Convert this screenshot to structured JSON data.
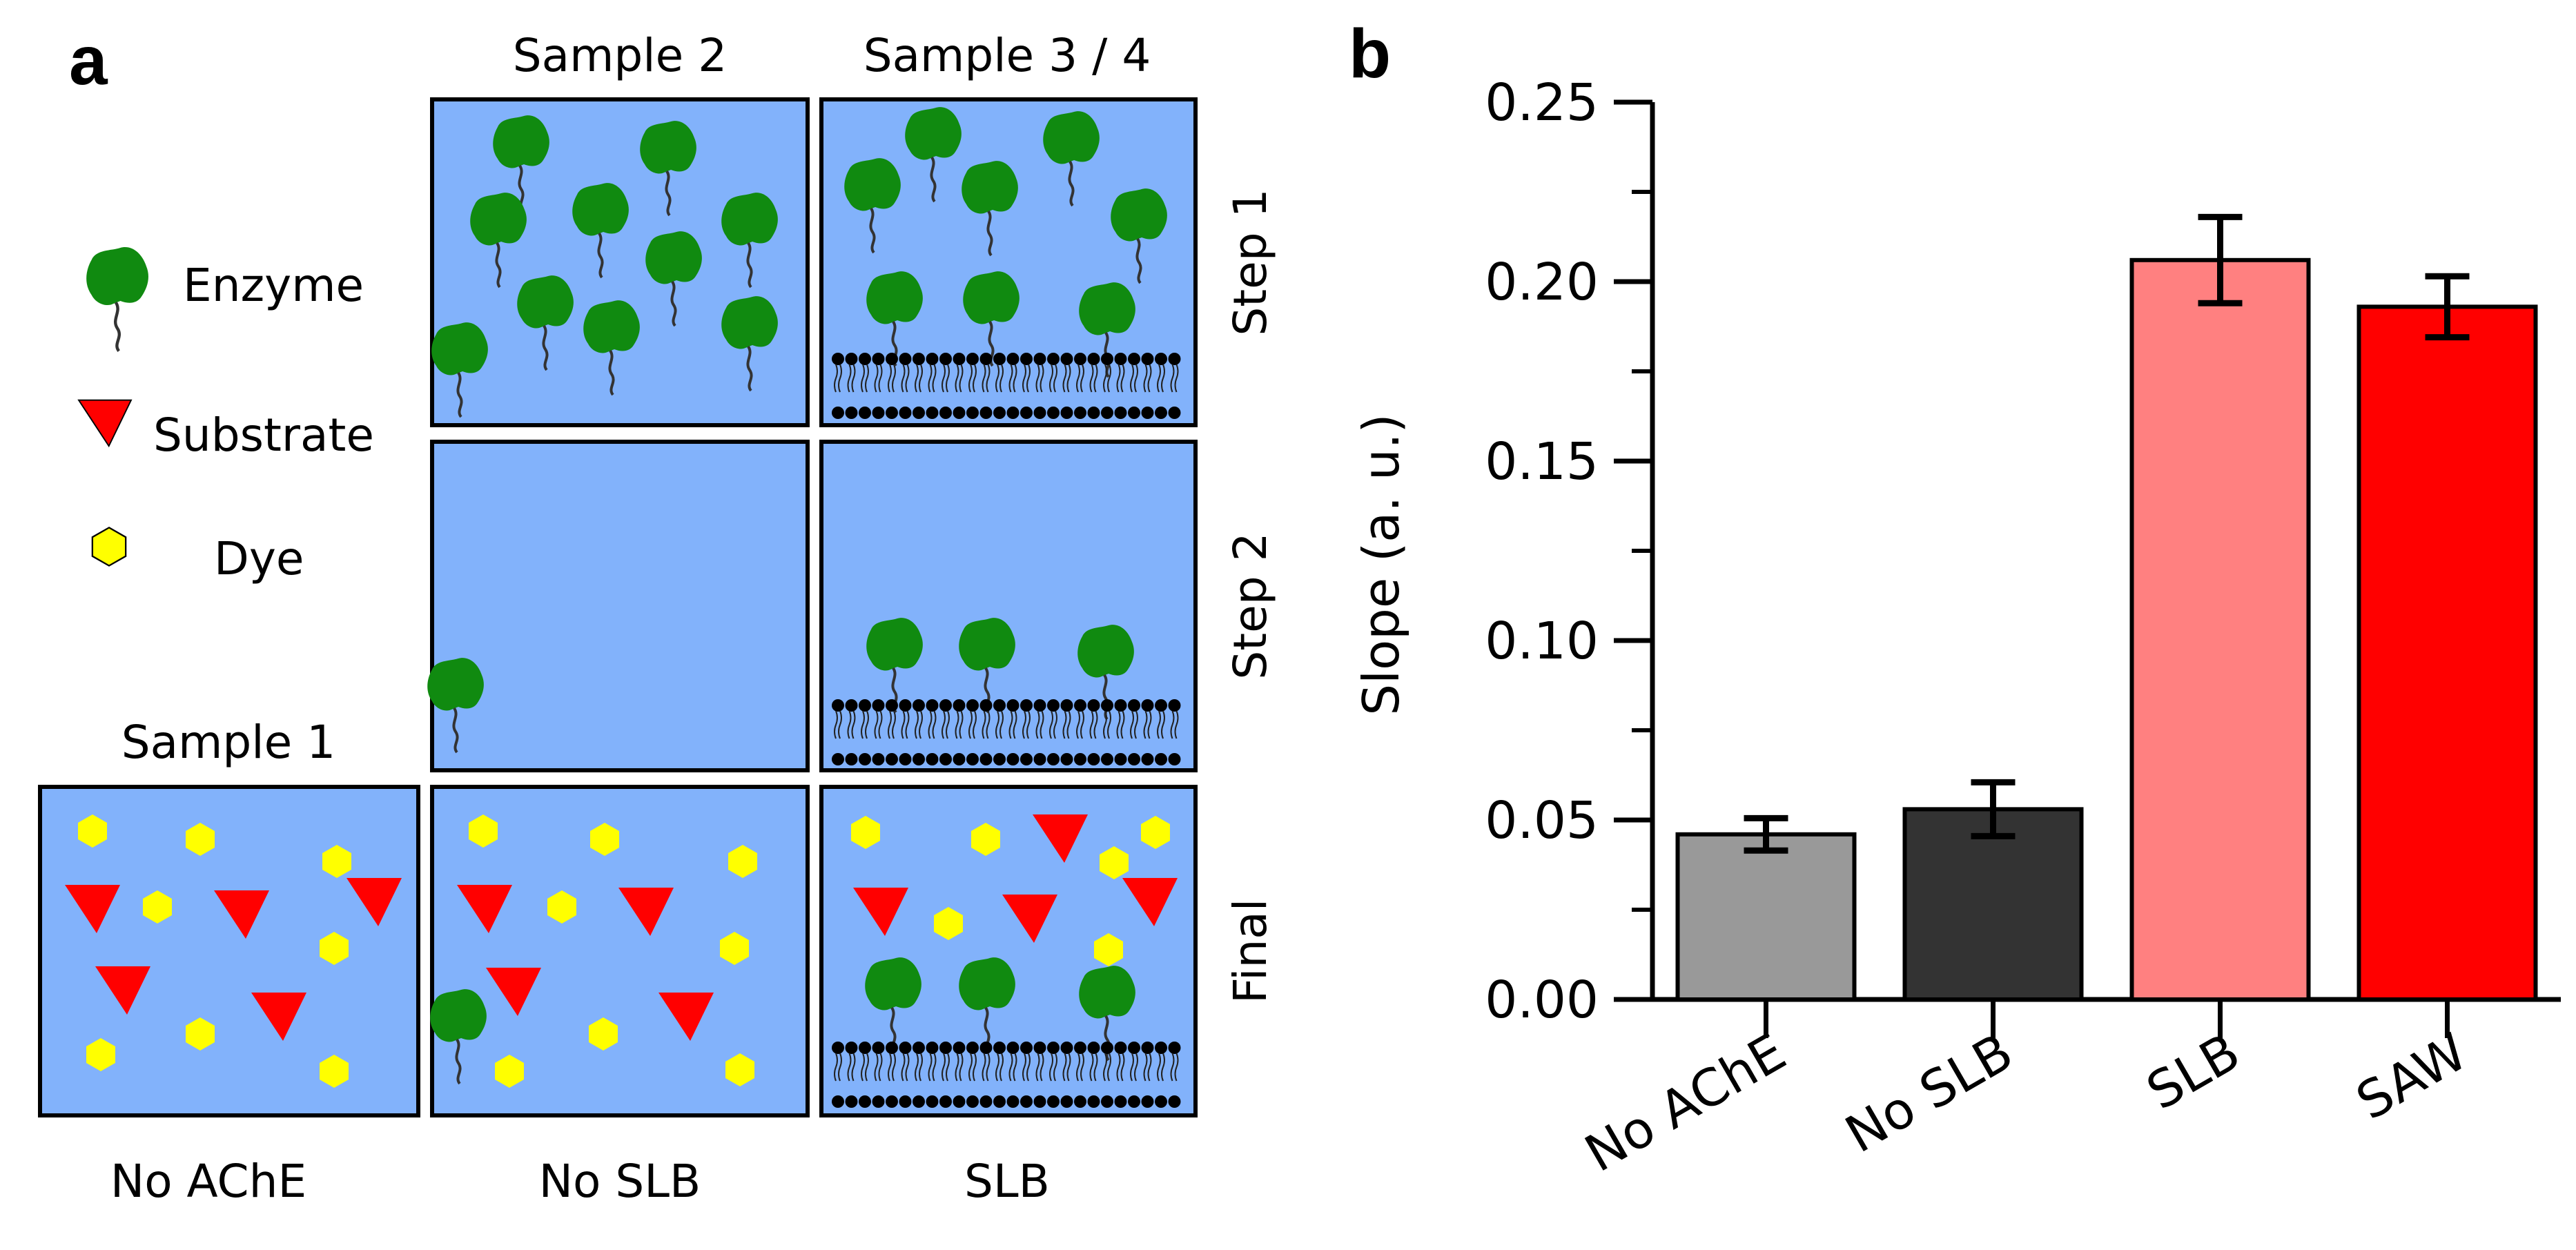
{
  "panel_a": {
    "letter": "a",
    "legend": {
      "enzyme": "Enzyme",
      "substrate": "Substrate",
      "dye": "Dye"
    },
    "column_headers": {
      "sample1": "Sample 1",
      "sample2": "Sample 2",
      "sample34": "Sample 3 / 4"
    },
    "row_labels": {
      "step1": "Step 1",
      "step2": "Step 2",
      "final": "Final"
    },
    "bottom_labels": {
      "sample1": "No AChE",
      "sample2": "No SLB",
      "sample34": "SLB"
    },
    "colors": {
      "box_fill": "#82b2fb",
      "enzyme": "#108a10",
      "substrate": "#ff0000",
      "dye": "#ffff00",
      "lipid": "#000000"
    }
  },
  "panel_b": {
    "letter": "b"
  },
  "chart_data": {
    "type": "bar",
    "categories": [
      "No AChE",
      "No SLB",
      "SLB",
      "SAW"
    ],
    "values": [
      0.046,
      0.053,
      0.206,
      0.193
    ],
    "errors": [
      0.0045,
      0.0075,
      0.012,
      0.0085
    ],
    "bar_colors": [
      "#999999",
      "#333333",
      "#ff8080",
      "#ff0000"
    ],
    "xlabel": "",
    "ylabel": "Slope (a. u.)",
    "ylim": [
      0,
      0.25
    ],
    "yticks": [
      "0.00",
      "0.05",
      "0.10",
      "0.15",
      "0.20",
      "0.25"
    ],
    "grid": false
  }
}
